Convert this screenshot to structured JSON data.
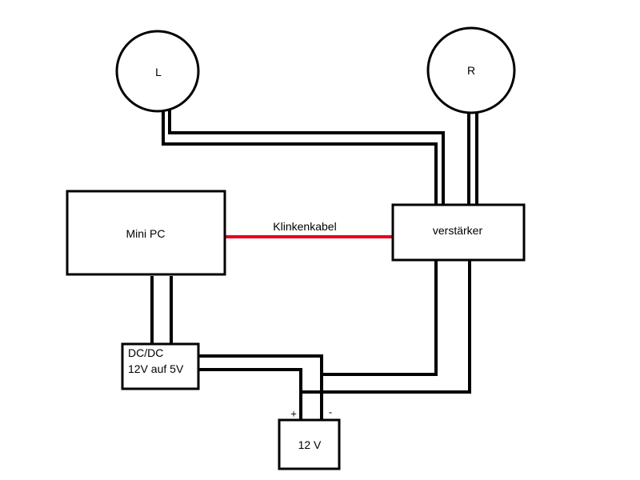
{
  "colors": {
    "line": "#000000",
    "audio_cable": "#e8001c",
    "background": "#ffffff"
  },
  "speaker_left": {
    "label": "L"
  },
  "speaker_right": {
    "label": "R"
  },
  "mini_pc": {
    "label": "Mini PC"
  },
  "amplifier": {
    "label": "verstärker"
  },
  "audio_cable": {
    "label": "Klinkenkabel"
  },
  "dcdc": {
    "label_line1": "DC/DC",
    "label_line2": "12V auf 5V"
  },
  "power_supply": {
    "label": "12 V",
    "plus_label": "+",
    "minus_label": "-"
  }
}
